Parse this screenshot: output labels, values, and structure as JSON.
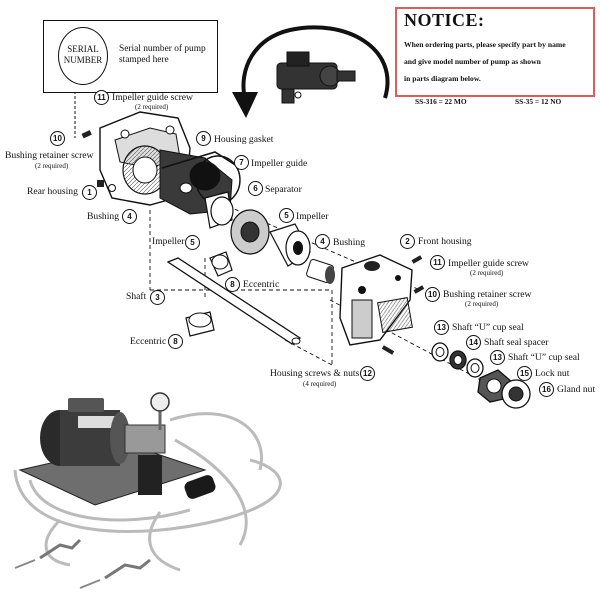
{
  "notice": {
    "title": "NOTICE:",
    "line1": "When ordering parts, please specify part by name",
    "line2": "and give model number of pump as shown",
    "line3": "in parts diagram below.",
    "model_a": "SS-316 = 22 MO",
    "model_b": "SS-35 = 12 NO",
    "border_color": "#e25b5b"
  },
  "serial": {
    "oval_line1": "SERIAL",
    "oval_line2": "NUMBER",
    "text_line1": "Serial number of pump",
    "text_line2": "stamped here"
  },
  "parts": [
    {
      "num": "11",
      "name": "Impeller guide screw",
      "note": "(2 required)"
    },
    {
      "num": "10",
      "name": "Bushing retainer screw",
      "note": "(2 required)"
    },
    {
      "num": "1",
      "name": "Rear housing"
    },
    {
      "num": "4",
      "name": "Bushing"
    },
    {
      "num": "9",
      "name": "Housing gasket"
    },
    {
      "num": "7",
      "name": "Impeller guide"
    },
    {
      "num": "6",
      "name": "Separator"
    },
    {
      "num": "5",
      "name": "Impeller"
    },
    {
      "num": "4",
      "name": "Bushing"
    },
    {
      "num": "5",
      "name": "Impeller"
    },
    {
      "num": "8",
      "name": "Eccentric"
    },
    {
      "num": "3",
      "name": "Shaft"
    },
    {
      "num": "8",
      "name": "Eccentric"
    },
    {
      "num": "2",
      "name": "Front housing"
    },
    {
      "num": "11",
      "name": "Impeller guide screw",
      "note": "(2 required)"
    },
    {
      "num": "10",
      "name": "Bushing retainer screw",
      "note": "(2 required)"
    },
    {
      "num": "13",
      "name": "Shaft “U” cup seal"
    },
    {
      "num": "14",
      "name": "Shaft seal spacer"
    },
    {
      "num": "13",
      "name": "Shaft “U” cup seal"
    },
    {
      "num": "15",
      "name": "Lock nut"
    },
    {
      "num": "16",
      "name": "Gland nut"
    },
    {
      "num": "12",
      "name": "Housing screws & nuts",
      "note": "(4 required)"
    }
  ],
  "icons": {
    "rotation_arrow": "curved-rotation-arrow-icon",
    "pump_photo": "pump-assembly-photo"
  }
}
